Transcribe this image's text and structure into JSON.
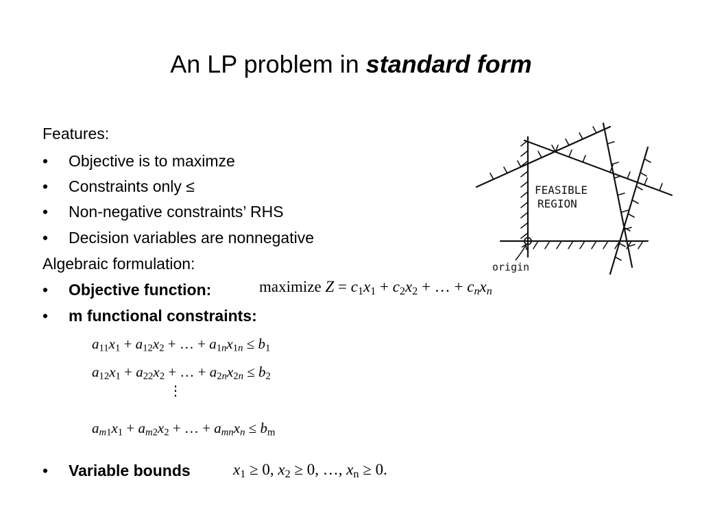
{
  "title": {
    "prefix": "An LP problem in ",
    "emphasis": "standard form"
  },
  "features": {
    "heading": "Features:",
    "items": [
      "Objective is to maximze",
      "Constraints only ≤",
      "Non-negative constraints’ RHS",
      "Decision variables are nonnegative"
    ]
  },
  "algebraic": {
    "heading": "Algebraic formulation:",
    "objective_label": "Objective function:",
    "constraints_label": "m functional constraints:",
    "bounds_label": "Variable bounds"
  },
  "bullet_char": "•",
  "math": {
    "maximize_word": "maximize",
    "vdots": "⋮"
  },
  "figure": {
    "label_line1": "FEASIBLE",
    "label_line2": "REGION",
    "origin_label": "origin"
  }
}
